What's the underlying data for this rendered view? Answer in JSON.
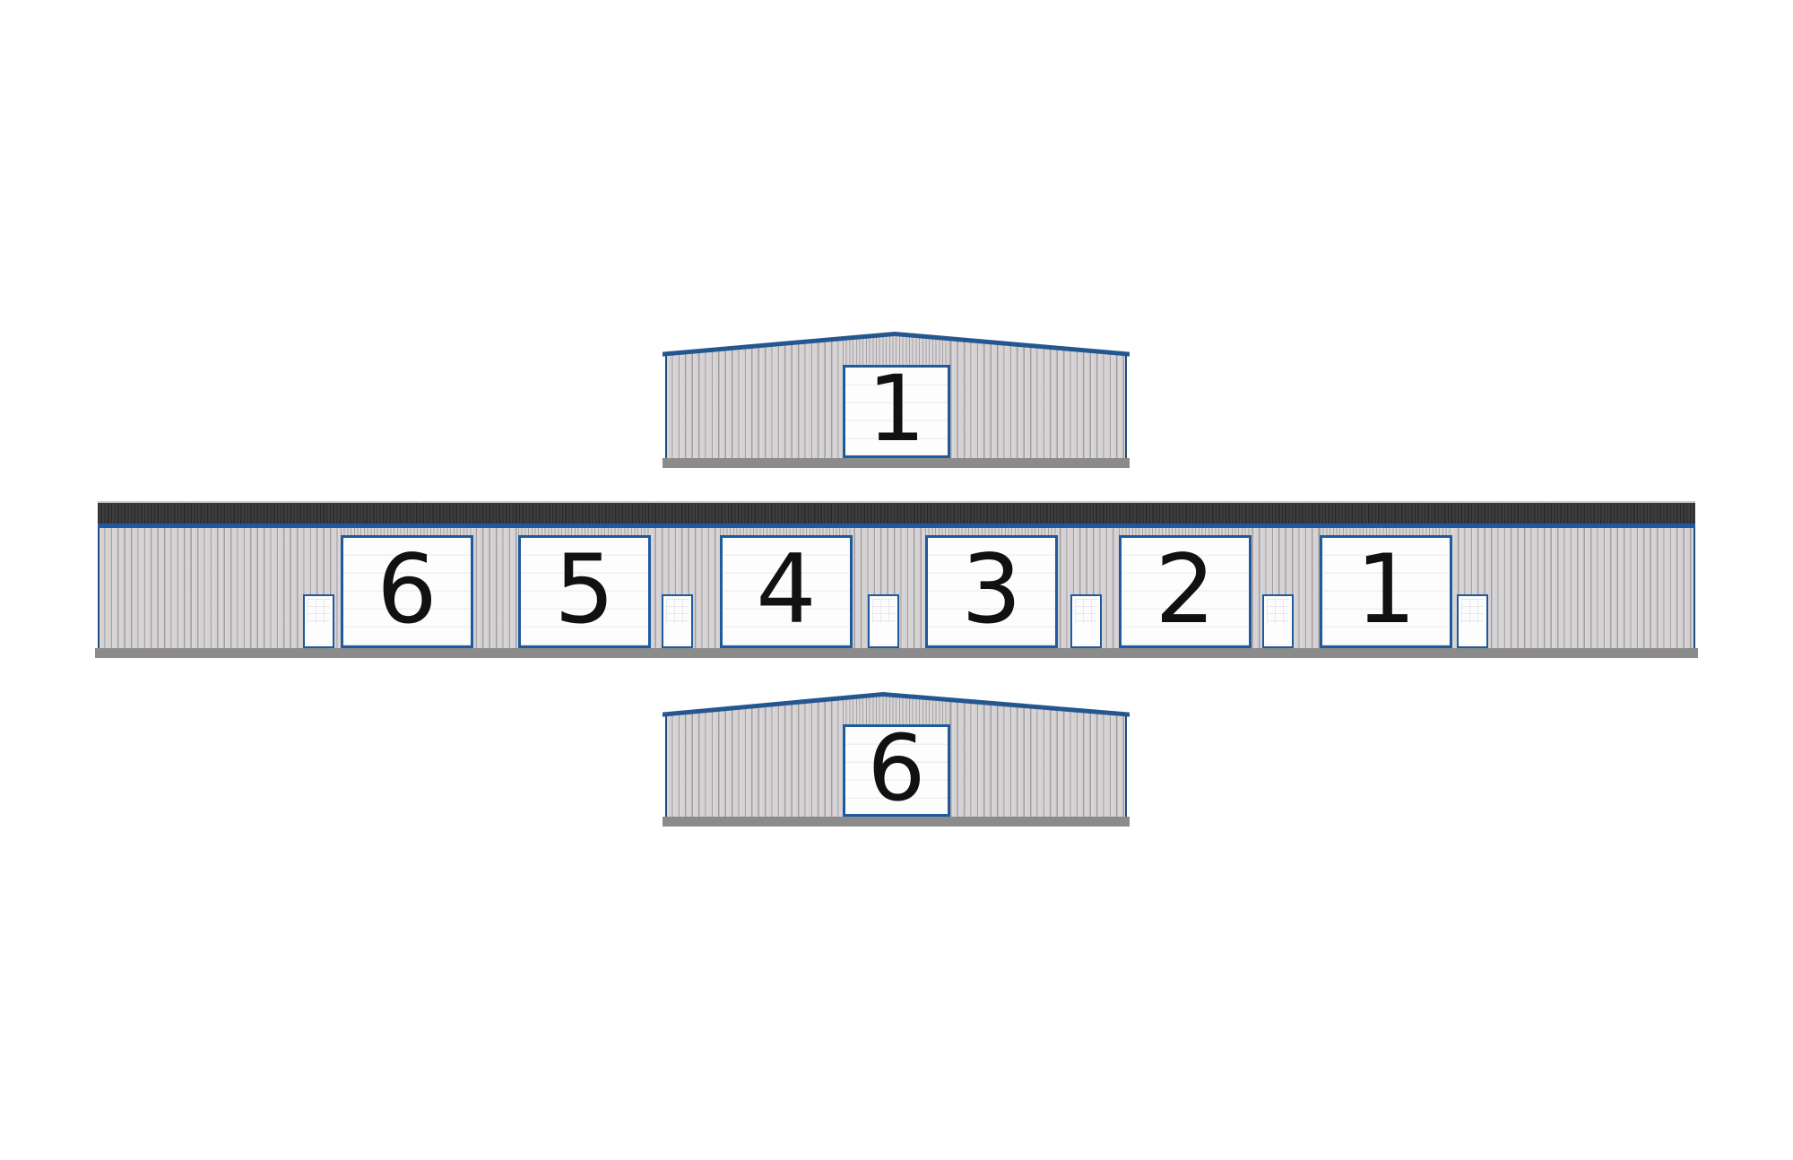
{
  "drawing": {
    "description": "Storage building elevation drawing with three views",
    "front_end_elevation": {
      "unit_label": "1"
    },
    "side_elevation": {
      "units": [
        {
          "unit_label": "6"
        },
        {
          "unit_label": "5"
        },
        {
          "unit_label": "4"
        },
        {
          "unit_label": "3"
        },
        {
          "unit_label": "2"
        },
        {
          "unit_label": "1"
        }
      ]
    },
    "rear_end_elevation": {
      "unit_label": "6"
    },
    "colors": {
      "background": "#ffffff",
      "siding_gray": "#d7d3d5",
      "siding_rib_gray": "#a29ea2",
      "roof_dark_gray": "#3d3d3f",
      "eave_trim_blue": "#2158a5",
      "rake_trim_blue": "#24578f",
      "corner_trim_blue": "#1d4c7e",
      "foundation_gray": "#8b8b8b",
      "door_white": "#fdfdfe",
      "door_border_blue": "#1d5a9e",
      "number_black": "#111111"
    }
  }
}
